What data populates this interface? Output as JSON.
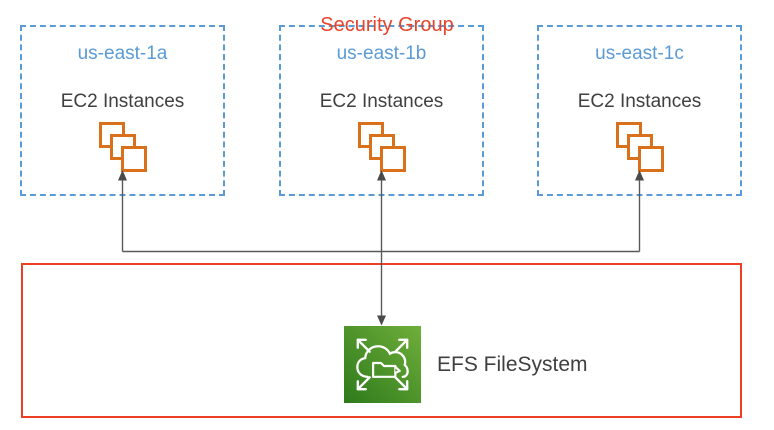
{
  "diagram": {
    "availability_zones": [
      {
        "name": "us-east-1a",
        "service_label": "EC2 Instances",
        "icon": "ec2-instances-icon"
      },
      {
        "name": "us-east-1b",
        "service_label": "EC2 Instances",
        "icon": "ec2-instances-icon"
      },
      {
        "name": "us-east-1c",
        "service_label": "EC2 Instances",
        "icon": "ec2-instances-icon"
      }
    ],
    "security_group": {
      "label": "Security Group"
    },
    "efs": {
      "label": "EFS FileSystem",
      "icon": "efs-filesystem-icon"
    },
    "colors": {
      "az_blue": "#5B9BD5",
      "ec2_orange": "#D9701C",
      "security_red": "#EE3E23",
      "connector_gray": "#595959",
      "label_gray": "#404040",
      "efs_green_dark": "#2E7A1C",
      "efs_green_light": "#6FAE3A"
    }
  }
}
